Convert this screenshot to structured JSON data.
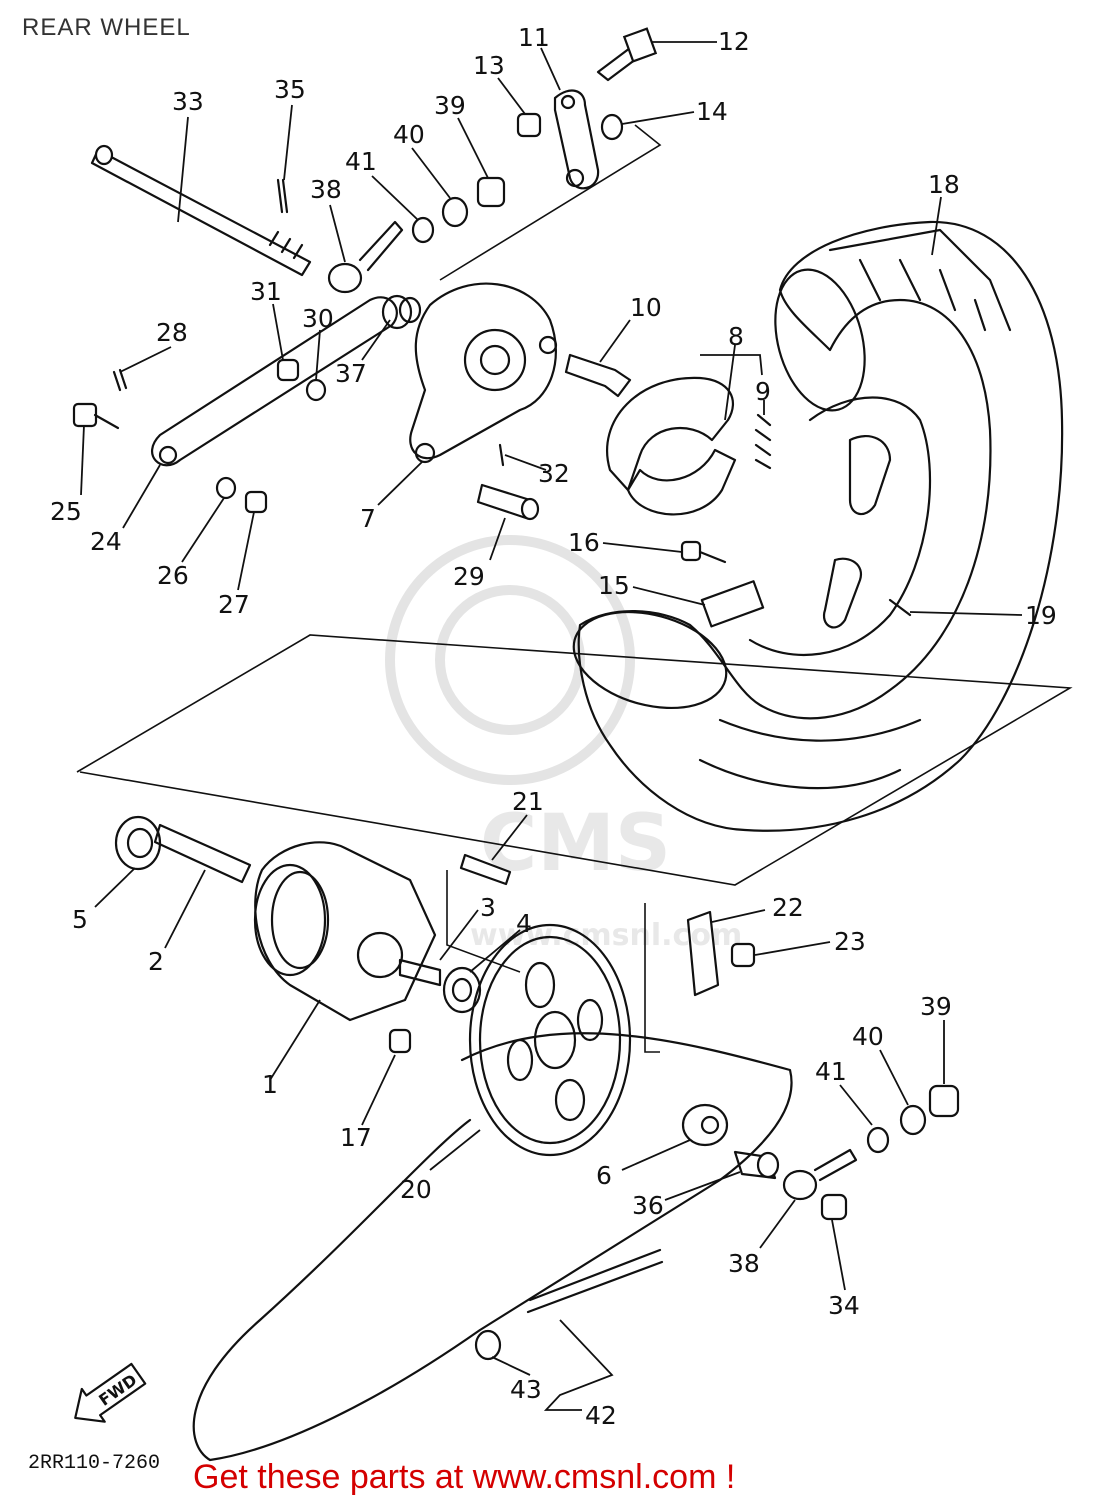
{
  "page": {
    "title": "REAR WHEEL"
  },
  "drawing_code": "2RR110-7260",
  "footer": {
    "link_text": "Get these parts at www.cmsnl.com !"
  },
  "watermark": {
    "text": "CMS",
    "subtext": "www.cmsnl.com"
  },
  "badge": {
    "text": "FWD"
  },
  "callouts": [
    {
      "id": "c1",
      "label": "1"
    },
    {
      "id": "c2",
      "label": "2"
    },
    {
      "id": "c3",
      "label": "3"
    },
    {
      "id": "c4",
      "label": "4"
    },
    {
      "id": "c5",
      "label": "5"
    },
    {
      "id": "c6",
      "label": "6"
    },
    {
      "id": "c7",
      "label": "7"
    },
    {
      "id": "c8",
      "label": "8"
    },
    {
      "id": "c9",
      "label": "9"
    },
    {
      "id": "c10",
      "label": "10"
    },
    {
      "id": "c11",
      "label": "11"
    },
    {
      "id": "c12",
      "label": "12"
    },
    {
      "id": "c13",
      "label": "13"
    },
    {
      "id": "c14",
      "label": "14"
    },
    {
      "id": "c15",
      "label": "15"
    },
    {
      "id": "c16",
      "label": "16"
    },
    {
      "id": "c17",
      "label": "17"
    },
    {
      "id": "c18",
      "label": "18"
    },
    {
      "id": "c19",
      "label": "19"
    },
    {
      "id": "c20",
      "label": "20"
    },
    {
      "id": "c21",
      "label": "21"
    },
    {
      "id": "c22",
      "label": "22"
    },
    {
      "id": "c23",
      "label": "23"
    },
    {
      "id": "c24",
      "label": "24"
    },
    {
      "id": "c25",
      "label": "25"
    },
    {
      "id": "c26",
      "label": "26"
    },
    {
      "id": "c27",
      "label": "27"
    },
    {
      "id": "c28",
      "label": "28"
    },
    {
      "id": "c29",
      "label": "29"
    },
    {
      "id": "c30",
      "label": "30"
    },
    {
      "id": "c31",
      "label": "31"
    },
    {
      "id": "c32",
      "label": "32"
    },
    {
      "id": "c33",
      "label": "33"
    },
    {
      "id": "c34",
      "label": "34"
    },
    {
      "id": "c35",
      "label": "35"
    },
    {
      "id": "c36",
      "label": "36"
    },
    {
      "id": "c37",
      "label": "37"
    },
    {
      "id": "c38a",
      "label": "38"
    },
    {
      "id": "c38b",
      "label": "38"
    },
    {
      "id": "c39a",
      "label": "39"
    },
    {
      "id": "c39b",
      "label": "39"
    },
    {
      "id": "c40a",
      "label": "40"
    },
    {
      "id": "c40b",
      "label": "40"
    },
    {
      "id": "c41a",
      "label": "41"
    },
    {
      "id": "c41b",
      "label": "41"
    },
    {
      "id": "c42",
      "label": "42"
    },
    {
      "id": "c43",
      "label": "43"
    }
  ]
}
